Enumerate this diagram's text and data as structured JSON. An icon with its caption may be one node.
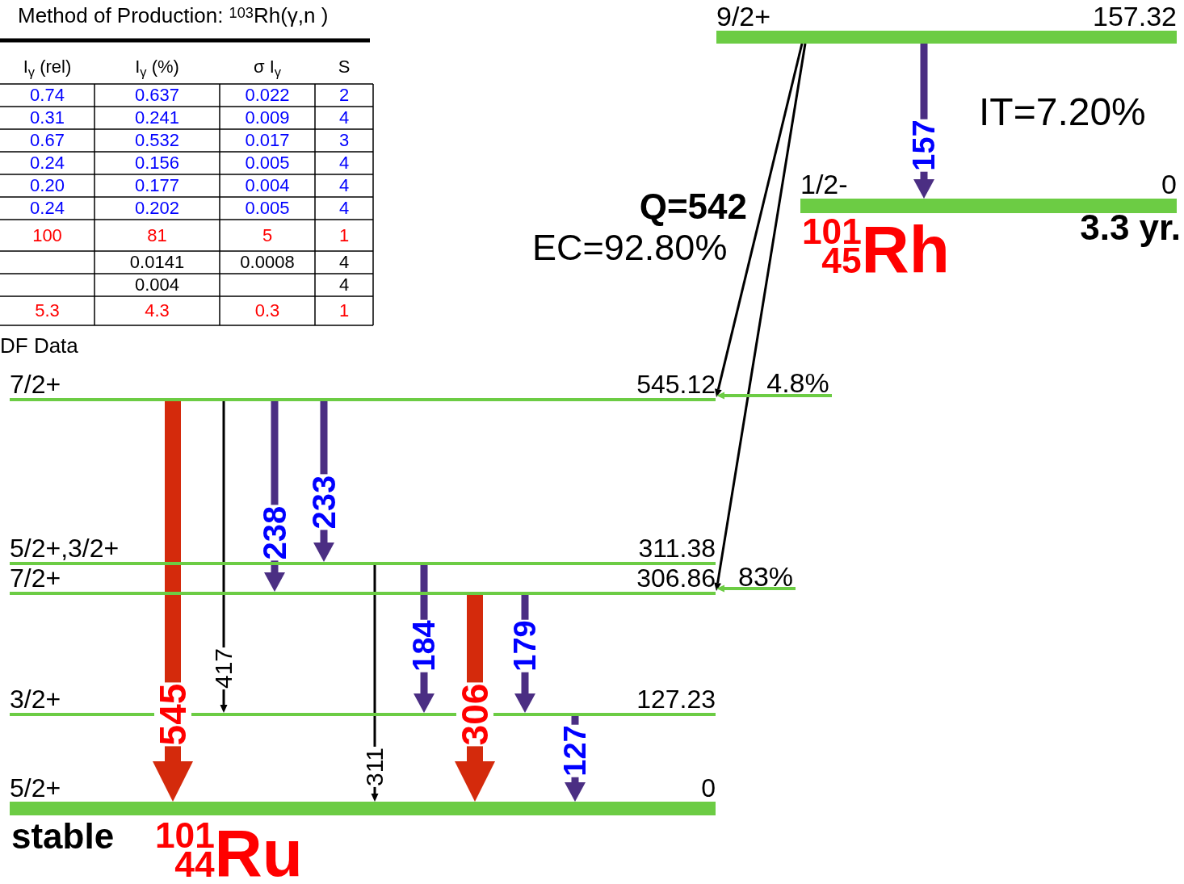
{
  "diagram": {
    "nodes": [
      {
        "text": [],
        "shape": "bar",
        "beside": [
          "9/2+",
          "157.32"
        ]
      },
      {
        "text": [],
        "shape": "bar",
        "beside": [
          "1/2-",
          "0",
          "3.3 yr."
        ]
      },
      {
        "text": [],
        "shape": "bar",
        "beside": [
          "7/2+",
          "545.12"
        ]
      },
      {
        "text": [],
        "shape": "bar",
        "beside": [
          "5/2+,3/2+",
          "311.38"
        ]
      },
      {
        "text": [],
        "shape": "bar",
        "beside": [
          "7/2+",
          "306.86"
        ]
      },
      {
        "text": [],
        "shape": "bar",
        "beside": [
          "3/2+",
          "127.23"
        ]
      },
      {
        "text": [],
        "shape": "bar",
        "beside": [
          "5/2+",
          "0",
          "stable"
        ]
      }
    ],
    "edges": [
      {
        "from": 0,
        "to": 1,
        "arrow": "to",
        "label": "157"
      },
      {
        "from": 0,
        "to": 2,
        "arrow": "to",
        "color": "#000000"
      },
      {
        "from": 0,
        "to": 4,
        "arrow": "to",
        "color": "#000000"
      },
      {
        "from": null,
        "to": 2,
        "arrow": "to",
        "label": "4.8%",
        "color": "#6ccc44"
      },
      {
        "from": null,
        "to": 4,
        "arrow": "to",
        "label": "83%",
        "color": "#6ccc44"
      },
      {
        "from": 2,
        "to": 6,
        "arrow": "to",
        "label": "545",
        "style": "thick",
        "color": "#d42a0c"
      },
      {
        "from": 2,
        "to": 5,
        "arrow": "to",
        "label": "417",
        "color": "#000000"
      },
      {
        "from": 2,
        "to": 4,
        "arrow": "to",
        "label": "238"
      },
      {
        "from": 2,
        "to": 3,
        "arrow": "to",
        "label": "233"
      },
      {
        "from": 3,
        "to": 6,
        "arrow": "to",
        "label": "311",
        "color": "#000000"
      },
      {
        "from": 3,
        "to": 5,
        "arrow": "to",
        "label": "184"
      },
      {
        "from": 4,
        "to": 6,
        "arrow": "to",
        "label": "306",
        "style": "thick",
        "color": "#d42a0c"
      },
      {
        "from": 4,
        "to": 5,
        "arrow": "to",
        "label": "179"
      },
      {
        "from": 5,
        "to": 6,
        "arrow": "to",
        "label": "127"
      }
    ],
    "labels": [
      "Method of Production: $^{103}$Rh(γ,n )",
      "I$_{γ}$ (rel)",
      "I$_{γ}$ (%)",
      "σ I$_{γ}$",
      "S",
      "0.74",
      "0.637",
      "0.022",
      "2",
      "0.31",
      "0.241",
      "0.009",
      "4",
      "0.67",
      "0.532",
      "0.017",
      "3",
      "0.24",
      "0.156",
      "0.005",
      "4",
      "0.20",
      "0.177",
      "0.004",
      "4",
      "0.24",
      "0.202",
      "0.005",
      "4",
      "100",
      "81",
      "5",
      "1",
      "0.0141",
      "0.0008",
      "4",
      "0.004",
      "4",
      "5.3",
      "4.3",
      "0.3",
      "1",
      "DF Data",
      "Q=542",
      "EC=92.80%",
      "IT=7.20%",
      "$^{101}$$_{45}$Rh",
      "$^{101}$$_{44}$Ru"
    ]
  }
}
